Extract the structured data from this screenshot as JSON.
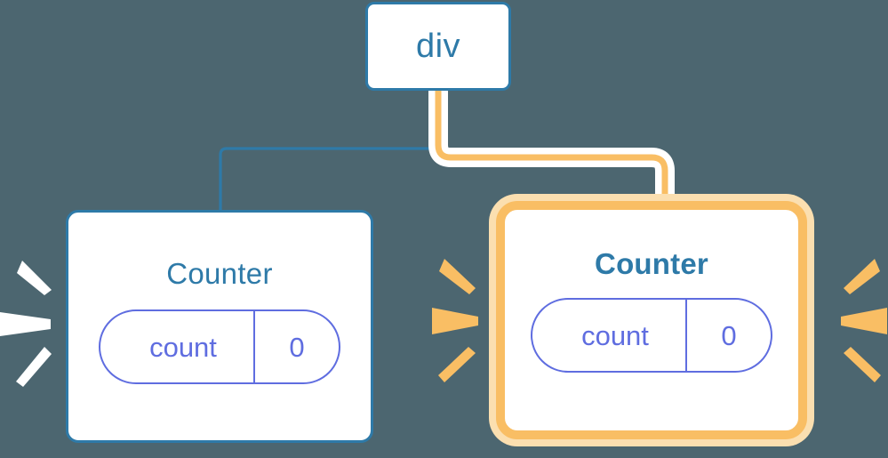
{
  "diagram": {
    "title": "component-tree-rerender",
    "background_color": "#4c6670",
    "accent_blue": "#2e7aa8",
    "accent_orange": "#f9be64",
    "accent_orange_glow": "#fbdfb0",
    "accent_indigo": "#5f6de0",
    "ray_white": "#ffffff"
  },
  "root": {
    "label": "div"
  },
  "nodes": [
    {
      "id": "counter-left",
      "title": "Counter",
      "highlighted": false,
      "state": {
        "key": "count",
        "value": "0"
      },
      "edge_color": "#2e7aa8",
      "rays_color": "#ffffff"
    },
    {
      "id": "counter-right",
      "title": "Counter",
      "highlighted": true,
      "state": {
        "key": "count",
        "value": "0"
      },
      "edge_color": "#f9be64",
      "rays_color": "#f9be64"
    }
  ],
  "edges": [
    {
      "from": "div",
      "to": "counter-left",
      "color": "#2e7aa8",
      "style": "thin"
    },
    {
      "from": "div",
      "to": "counter-right",
      "color": "#f9be64",
      "style": "thick-cased"
    }
  ]
}
